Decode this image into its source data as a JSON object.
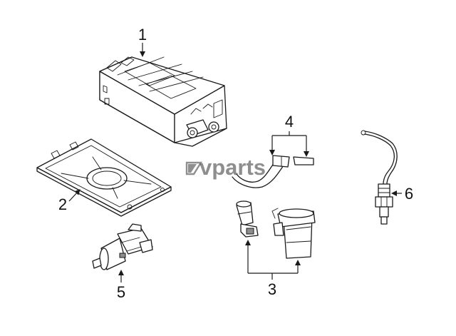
{
  "diagram": {
    "callouts": [
      {
        "id": "1",
        "label": "1"
      },
      {
        "id": "2",
        "label": "2"
      },
      {
        "id": "3",
        "label": "3"
      },
      {
        "id": "4",
        "label": "4"
      },
      {
        "id": "5",
        "label": "5"
      },
      {
        "id": "6",
        "label": "6"
      }
    ]
  },
  "watermark": {
    "text": "vparts"
  }
}
